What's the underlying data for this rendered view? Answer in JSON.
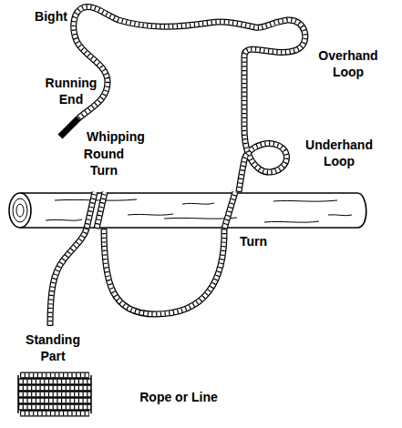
{
  "diagram": {
    "labels": [
      "Bight",
      "Running End",
      "Whipping",
      "Overhand Loop",
      "Underhand Loop",
      "Round Turn",
      "Turn",
      "Standing Part",
      "Rope or Line"
    ]
  }
}
